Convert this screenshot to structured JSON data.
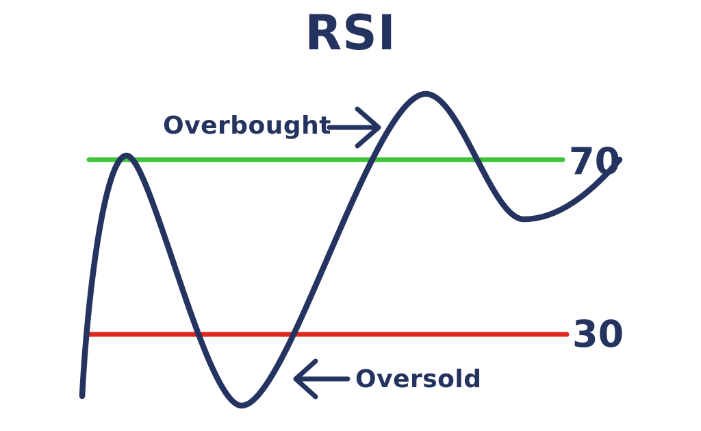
{
  "title": "RSI",
  "colors": {
    "navy": "#24335f",
    "green": "#3fc43c",
    "red": "#e1281e",
    "background": "#ffffff"
  },
  "levels": {
    "overbought": {
      "annotation": "Overbought",
      "value": "70"
    },
    "oversold": {
      "annotation": "Oversold",
      "value": "30"
    }
  },
  "icons": {
    "overbought_pointer": "arrow-right-icon",
    "oversold_pointer": "arrow-left-icon"
  }
}
